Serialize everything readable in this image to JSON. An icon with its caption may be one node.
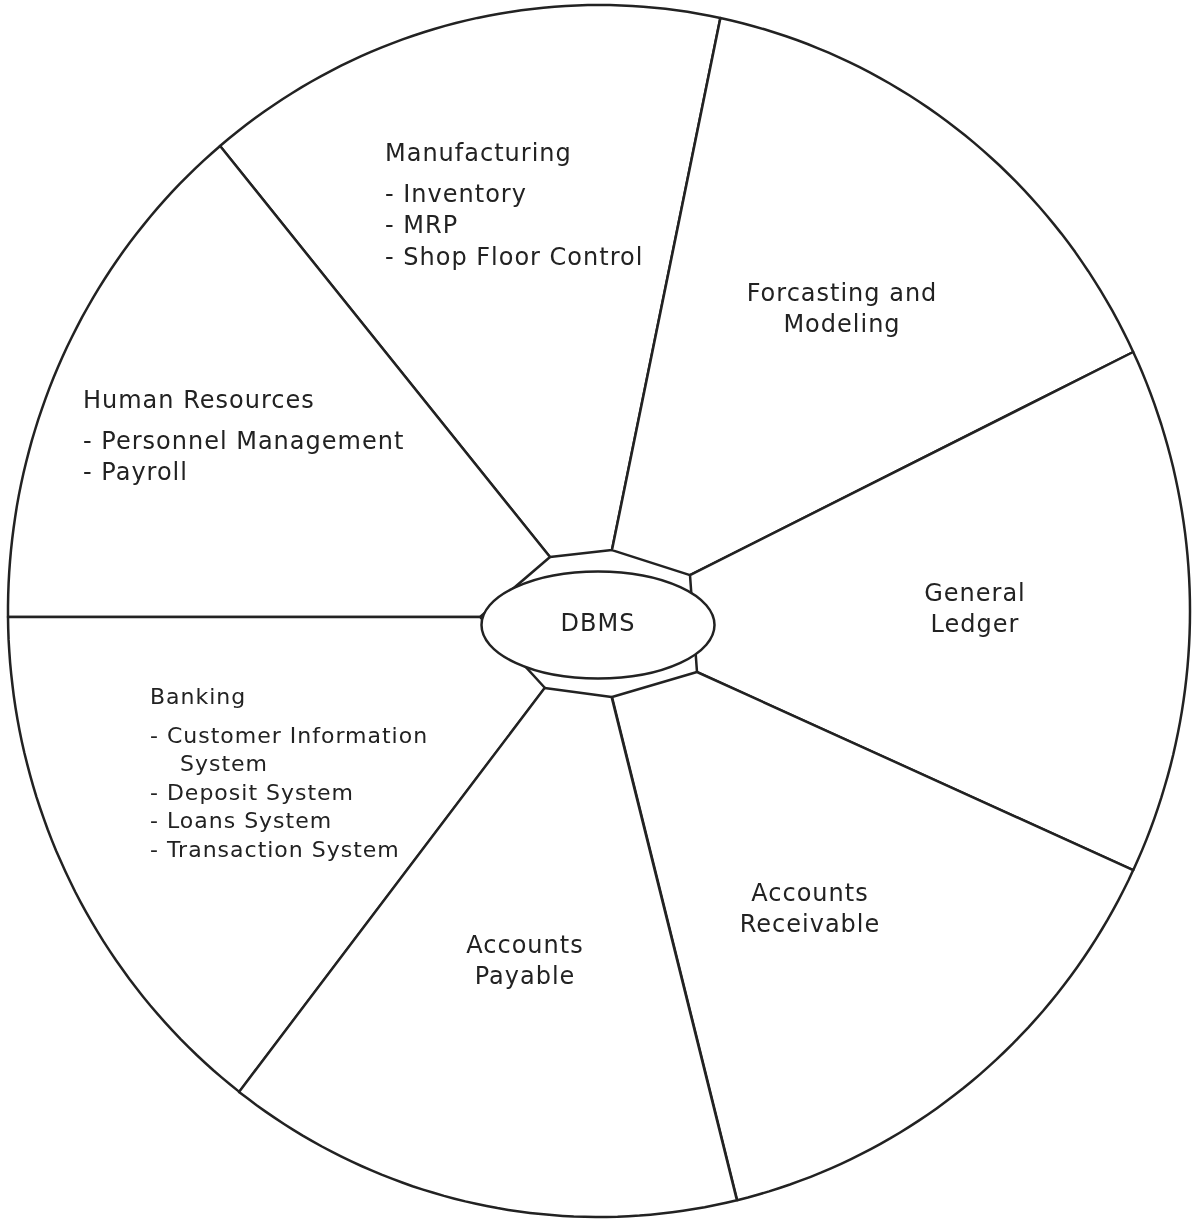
{
  "diagram": {
    "nodes": [
      {
        "text": [
          "Manufacturing",
          "- Inventory",
          "- MRP",
          "- Shop Floor Control"
        ]
      },
      {
        "text": [
          "Forcasting and Modeling"
        ]
      },
      {
        "text": [
          "Human Resources",
          "- Personnel Management",
          "- Payroll"
        ]
      },
      {
        "text": [
          "DBMS"
        ]
      },
      {
        "text": [
          "General Ledger"
        ]
      },
      {
        "text": [
          "Banking",
          "- Customer Information System",
          "- Deposit System",
          "- Loans System",
          "- Transaction System"
        ]
      },
      {
        "text": [
          "Accounts Receivable"
        ]
      },
      {
        "text": [
          "Accounts Payable"
        ]
      }
    ],
    "edges": []
  }
}
